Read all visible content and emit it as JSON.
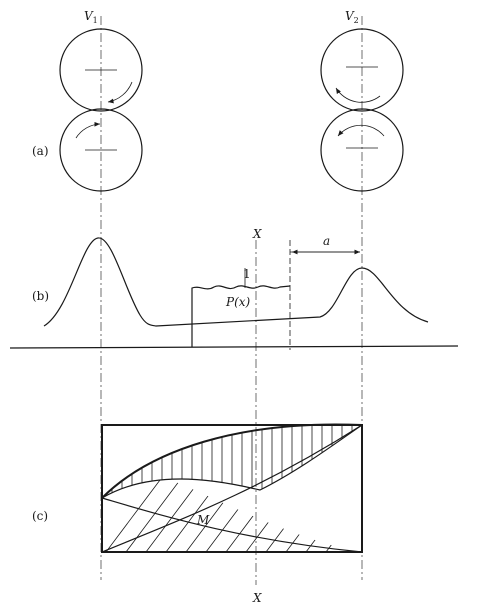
{
  "labels": {
    "roll_left_speed": "V",
    "roll_left_speed_sub": "1",
    "roll_right_speed": "V",
    "roll_right_speed_sub": "2",
    "panel_a": "(a)",
    "panel_b": "(b)",
    "panel_c": "(c)",
    "section_top": "X",
    "section_bottom": "X",
    "distance": "a",
    "fiber_index": "1",
    "distribution": "P(x)",
    "intersection_point": "M"
  }
}
